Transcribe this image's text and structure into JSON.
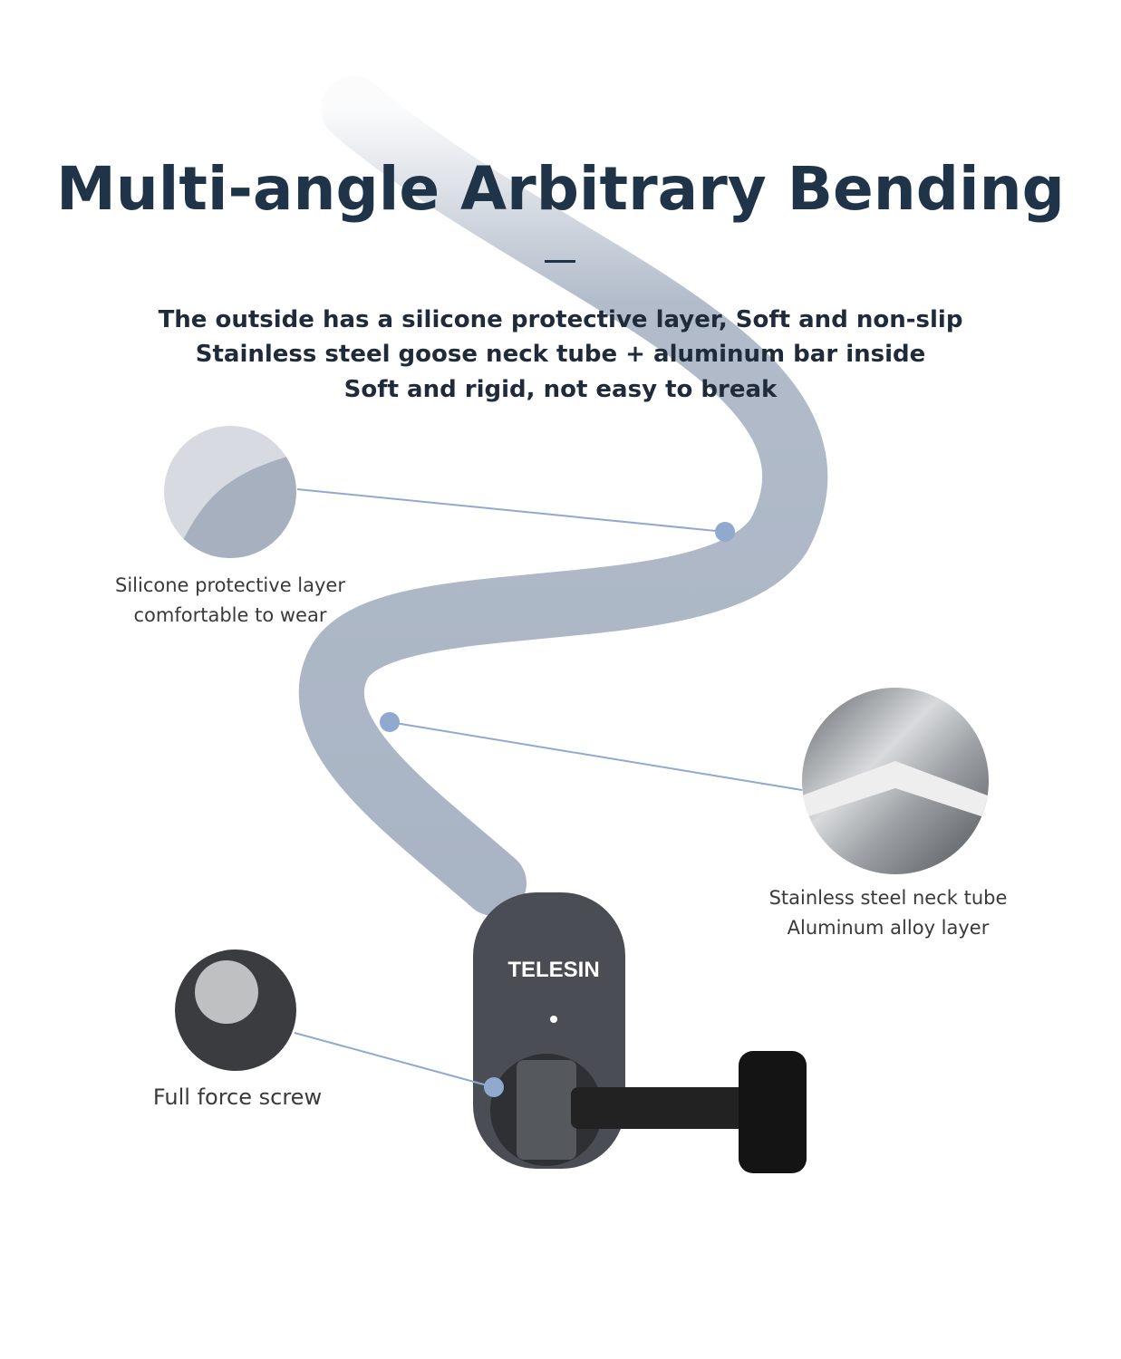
{
  "title": "Multi-angle Arbitrary Bending",
  "subtitle": [
    "The outside has a silicone protective layer, Soft and non-slip",
    "Stainless steel goose neck tube + aluminum bar inside",
    "Soft and rigid, not easy to break"
  ],
  "brand": "TELESIN",
  "callouts": {
    "silicone": [
      "Silicone protective layer",
      "comfortable to wear"
    ],
    "steel": [
      "Stainless steel neck tube",
      "Aluminum alloy layer"
    ],
    "screw": "Full force screw"
  },
  "colors": {
    "title": "#1f3349",
    "tube": "#a9b4c4",
    "mount": "#4a4d53",
    "dot": "#8fa9cf"
  }
}
